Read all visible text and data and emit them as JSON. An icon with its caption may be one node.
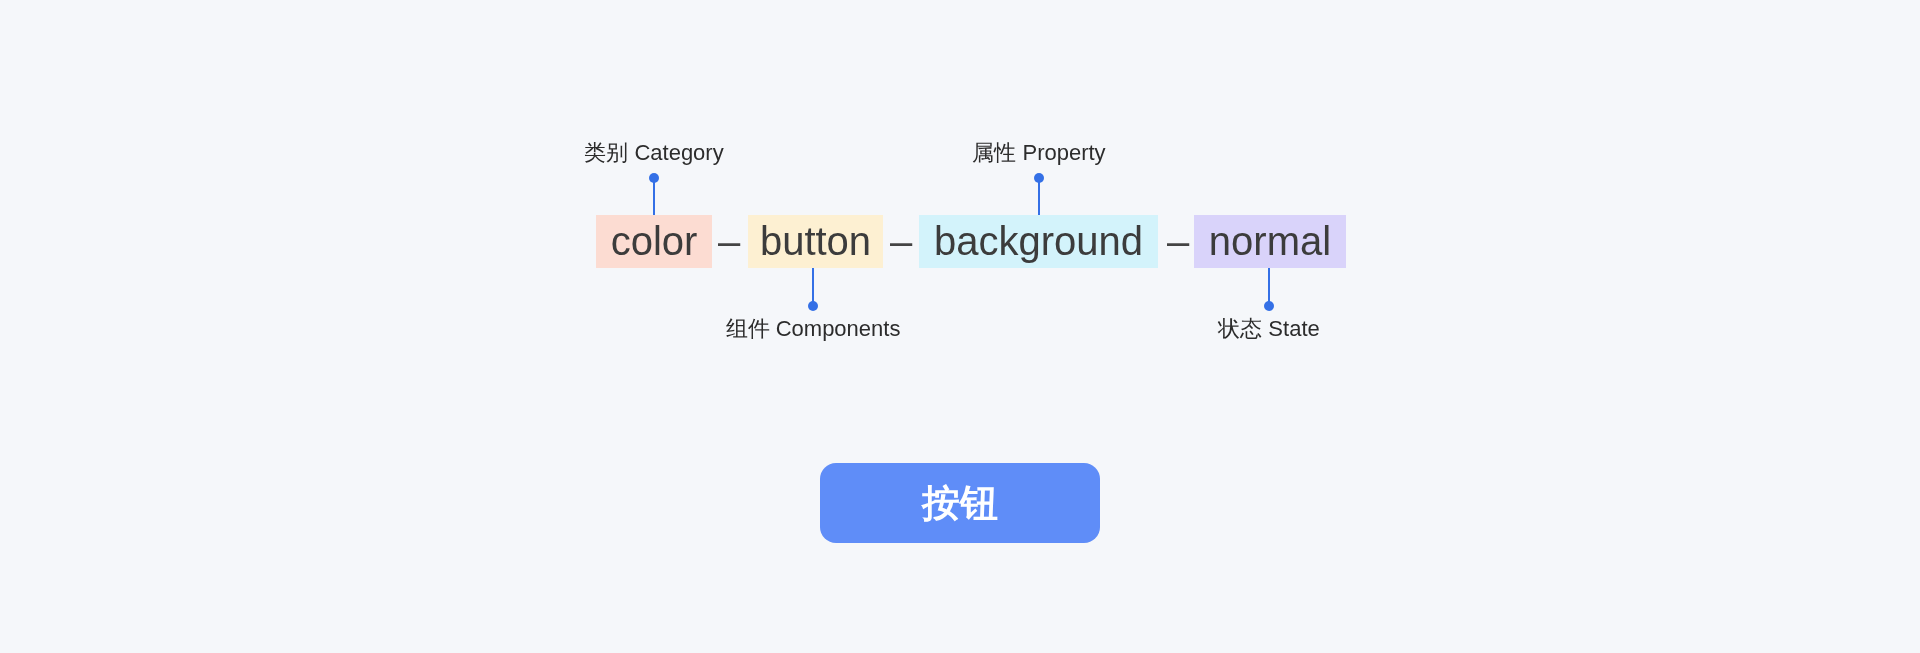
{
  "diagram": {
    "nodes": [
      {
        "text": [
          "类别 Category"
        ]
      },
      {
        "text": [
          "属性 Property"
        ]
      },
      {
        "text": [
          "color"
        ]
      },
      {
        "text": [
          "button"
        ]
      },
      {
        "text": [
          "background"
        ]
      },
      {
        "text": [
          "normal"
        ]
      },
      {
        "text": [
          "组件 Components"
        ]
      },
      {
        "text": [
          "状态 State"
        ]
      },
      {
        "text": [
          "按钮"
        ]
      }
    ],
    "edges": [
      {
        "from": 0,
        "to": 2,
        "arrow": "other"
      },
      {
        "from": 1,
        "to": 4,
        "arrow": "other"
      },
      {
        "from": 6,
        "to": 3,
        "arrow": "other"
      },
      {
        "from": 7,
        "to": 5,
        "arrow": "other"
      }
    ],
    "labels": [
      "–",
      "–",
      "–"
    ]
  }
}
